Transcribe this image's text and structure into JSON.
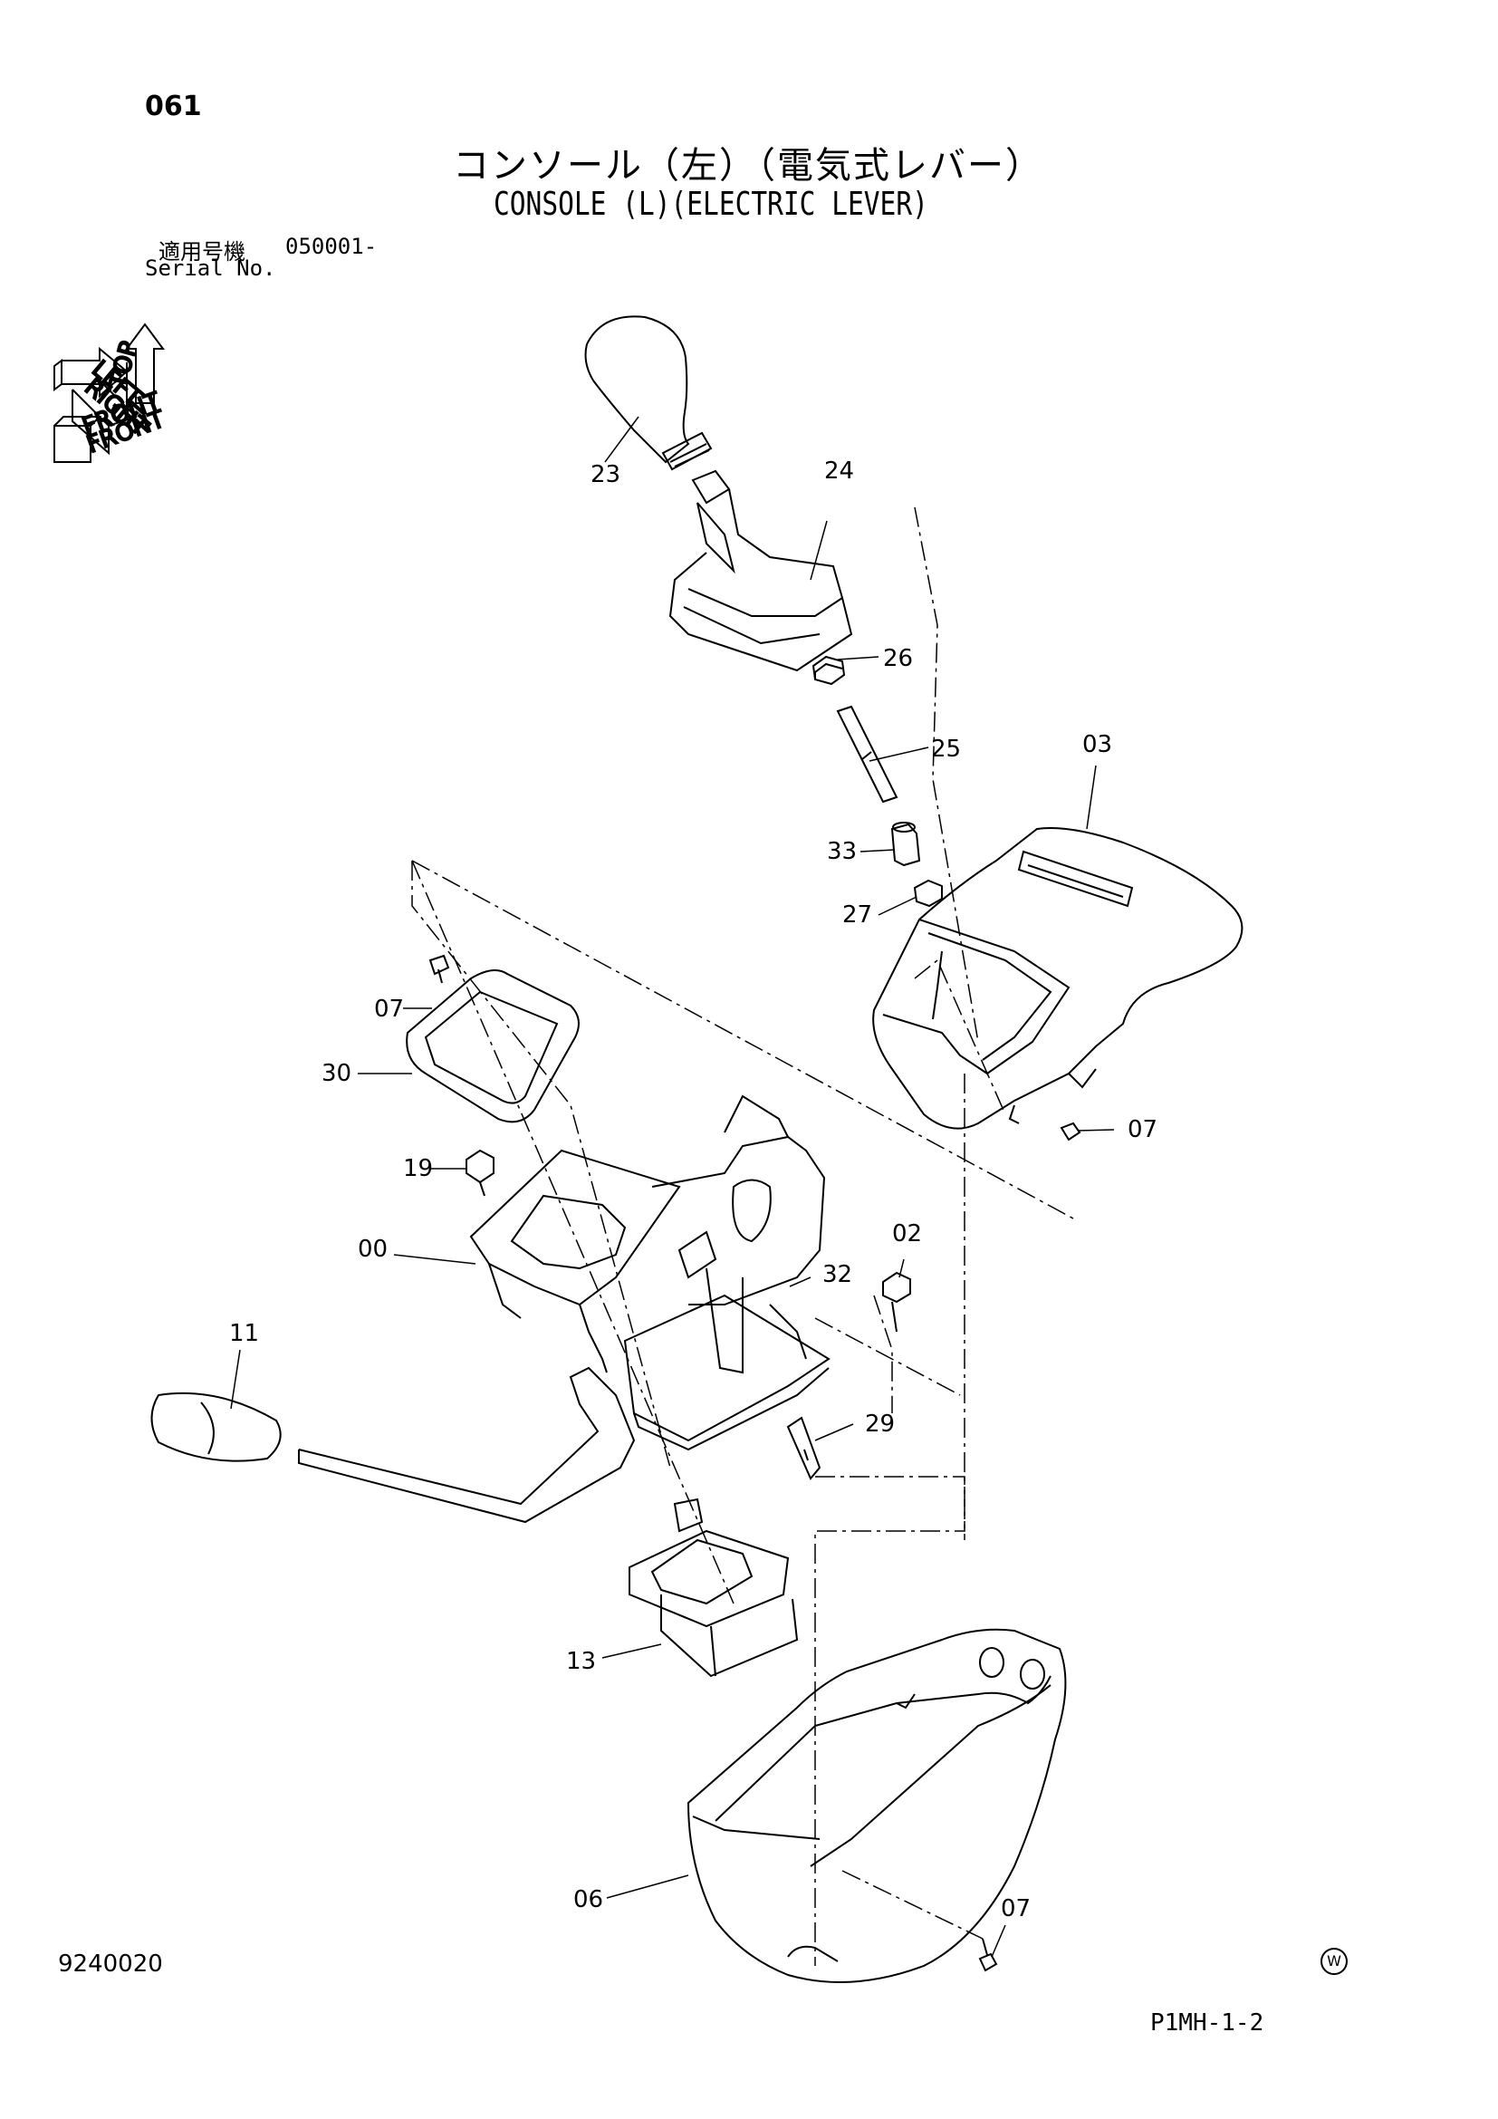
{
  "header": {
    "page_number": "061",
    "title_jp": "コンソール（左）（電気式レバー）",
    "title_en": "CONSOLE (L)(ELECTRIC LEVER)",
    "serial_label_jp": "適用号機",
    "serial_range": "050001-",
    "serial_label_en": "Serial No."
  },
  "orientation": {
    "labels": [
      "TOP",
      "LEFT",
      "RIGHT",
      "FRONT",
      "FRONT"
    ]
  },
  "callouts": [
    {
      "id": "c23",
      "label": "23"
    },
    {
      "id": "c24",
      "label": "24"
    },
    {
      "id": "c26",
      "label": "26"
    },
    {
      "id": "c25",
      "label": "25"
    },
    {
      "id": "c03",
      "label": "03"
    },
    {
      "id": "c33",
      "label": "33"
    },
    {
      "id": "c27",
      "label": "27"
    },
    {
      "id": "c07a",
      "label": "07"
    },
    {
      "id": "c30",
      "label": "30"
    },
    {
      "id": "c07b",
      "label": "07"
    },
    {
      "id": "c19",
      "label": "19"
    },
    {
      "id": "c00",
      "label": "00"
    },
    {
      "id": "c02",
      "label": "02"
    },
    {
      "id": "c32",
      "label": "32"
    },
    {
      "id": "c11",
      "label": "11"
    },
    {
      "id": "c29",
      "label": "29"
    },
    {
      "id": "c13",
      "label": "13"
    },
    {
      "id": "c06",
      "label": "06"
    },
    {
      "id": "c07c",
      "label": "07"
    }
  ],
  "footer": {
    "doc_code": "9240020",
    "watermark": "W",
    "page_code": "P1MH-1-2"
  }
}
